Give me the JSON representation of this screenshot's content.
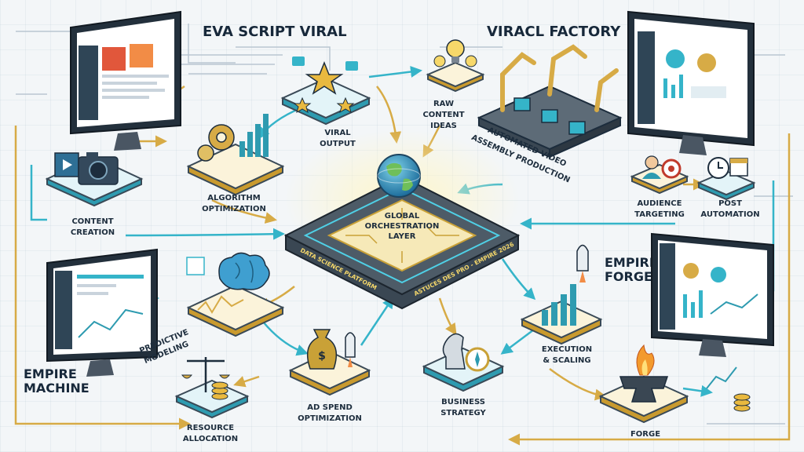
{
  "titles": {
    "eva_script_viral": "EVA SCRIPT VIRAL",
    "viral_factory": "VIRACL FACTORY",
    "empire_forge_line1": "EMPIRE",
    "empire_forge_line2": "FORGE",
    "empire_machine_line1": "EMPIRE",
    "empire_machine_line2": "MACHINE"
  },
  "hub": {
    "label_line1": "GLOBAL",
    "label_line2": "ORCHESTRATION",
    "label_line3": "LAYER",
    "edge_left": "DATA SCIENCE PLATFORM",
    "edge_right": "ASTUCES DES PRO - EMPIRE 2026"
  },
  "nodes": {
    "content_creation": [
      "CONTENT",
      "CREATION"
    ],
    "algorithm_optimization": [
      "ALGORITHM",
      "OPTIMIZATION"
    ],
    "viral_output": [
      "VIRAL",
      "OUTPUT"
    ],
    "raw_content_ideas": [
      "RAW",
      "CONTENT",
      "IDEAS"
    ],
    "automated_video": [
      "AUTOMATED VIDEO",
      "ASSEMBLY PRODUCTION"
    ],
    "audience_targeting": [
      "AUDIENCE",
      "TARGETING"
    ],
    "post_automation": [
      "POST",
      "AUTOMATION"
    ],
    "predictive_modeling": [
      "PREDICTIVE",
      "MODELING"
    ],
    "resource_allocation": [
      "RESOURCE",
      "ALLOCATION"
    ],
    "ad_spend_optimization": [
      "AD SPEND",
      "OPTIMIZATION"
    ],
    "business_strategy": [
      "BUSINESS",
      "STRATEGY"
    ],
    "execution_scaling": [
      "EXECUTION",
      "& SCALING"
    ],
    "forge": [
      "FORGE"
    ]
  },
  "icons": {
    "hub": "globe-icon",
    "content_creation": "camera-icon",
    "algorithm_optimization": "gear-chart-icon",
    "viral_output": "star-icon",
    "raw_content_ideas": "lightbulb-icon",
    "automated_video": "robot-arm-icon",
    "audience_targeting": "target-icon",
    "post_automation": "clock-calendar-icon",
    "predictive_modeling": "brain-icon",
    "resource_allocation": "scale-coins-icon",
    "ad_spend_optimization": "money-bag-rocket-icon",
    "business_strategy": "chess-knight-compass-icon",
    "execution_scaling": "rocket-chart-icon",
    "forge": "anvil-fire-icon"
  },
  "colors": {
    "gold": "#d7ab46",
    "teal": "#35b4c9",
    "navy": "#1d2d3d"
  }
}
